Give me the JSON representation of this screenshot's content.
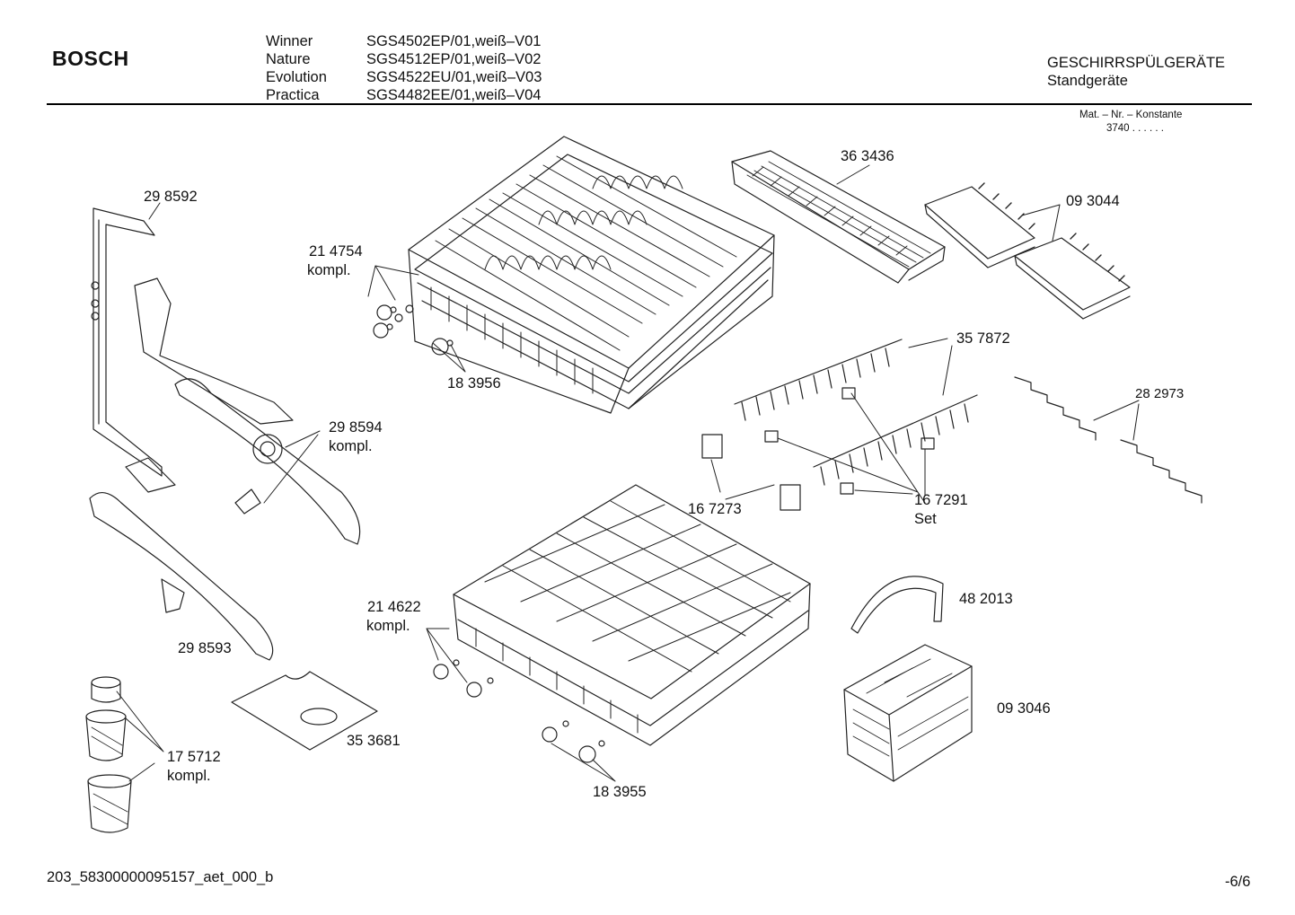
{
  "header": {
    "brand": "BOSCH",
    "models": [
      {
        "name": "Winner",
        "code": "SGS4502EP/01,weiß–V01"
      },
      {
        "name": "Nature",
        "code": "SGS4512EP/01,weiß–V02"
      },
      {
        "name": "Evolution",
        "code": "SGS4522EU/01,weiß–V03"
      },
      {
        "name": "Practica",
        "code": "SGS4482EE/01,weiß–V04"
      }
    ],
    "category_line1": "GESCHIRRSPÜLGERÄTE",
    "category_line2": "Standgeräte",
    "mat_label": "Mat. – Nr. – Konstante",
    "mat_value": "3740  .   .    .   .   .   ."
  },
  "parts": {
    "p363436": "36 3436",
    "p093044": "09 3044",
    "p298592": "29 8592",
    "p214754": "21 4754",
    "p214754_sub": "kompl.",
    "p183956": "18 3956",
    "p357872": "35 7872",
    "p282973": "28 2973",
    "p298594": "29 8594",
    "p298594_sub": "kompl.",
    "p167273": "16 7273",
    "p167291": "16 7291",
    "p167291_sub": "Set",
    "p482013": "48 2013",
    "p214622": "21 4622",
    "p214622_sub": "kompl.",
    "p298593": "29 8593",
    "p093046": "09 3046",
    "p353681": "35 3681",
    "p175712": "17 5712",
    "p175712_sub": "kompl.",
    "p183955": "18 3955"
  },
  "footer": {
    "doc_id": "203_58300000095157_aet_000_b",
    "page": "-6/6"
  }
}
